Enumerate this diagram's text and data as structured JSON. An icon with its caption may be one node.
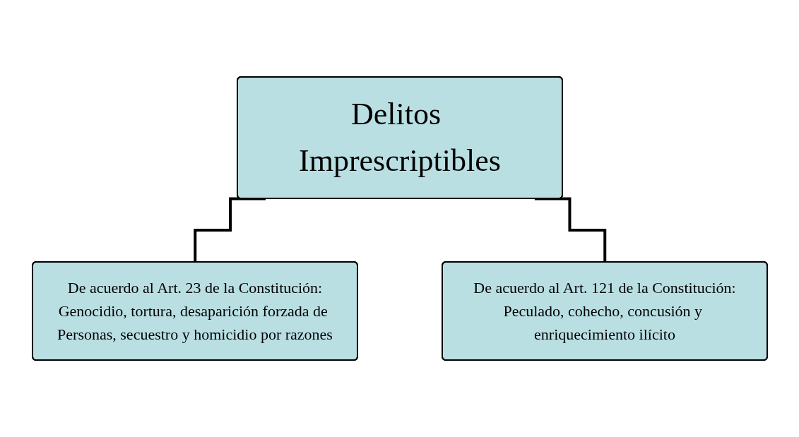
{
  "diagram": {
    "nodes": [
      {
        "text": [
          "Delitos Imprescriptibles"
        ]
      },
      {
        "text": [
          "De acuerdo al Art. 23 de la Constitución:",
          "Genocidio, tortura, desaparición forzada de Personas, secuestro y homicidio por razones"
        ]
      },
      {
        "text": [
          "De acuerdo al Art. 121 de la Constitución:",
          "Peculado, cohecho, concusión y enriquecimiento ilícito"
        ]
      }
    ],
    "edges": [
      {
        "from": 0,
        "to": 1,
        "arrow": "none"
      },
      {
        "from": 0,
        "to": 2,
        "arrow": "none"
      }
    ]
  }
}
